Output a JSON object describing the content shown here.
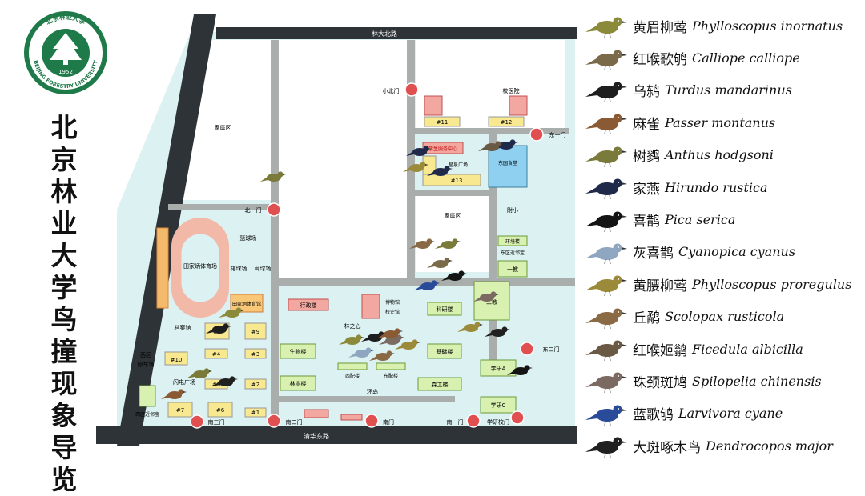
{
  "logo": {
    "founded": "1952",
    "name_en": "BEIJING FORESTRY UNIVERSITY",
    "name_cn": "北京林业大学"
  },
  "title": "北京林业大学鸟撞现象导览",
  "map": {
    "roads": {
      "north": "林大北路",
      "south": "清华东路"
    },
    "gates": {
      "xiaobeimen": "小北门",
      "beiyimen": "北一门",
      "dongyimen": "东一门",
      "dongermen": "东二门",
      "nanyimen": "南一门",
      "nanermen": "南二门",
      "nansanmen": "南三门",
      "nanmen": "南门",
      "xueyanxiaomen": "学研校门"
    },
    "labels": {
      "jiashuqu_nw": "家属区",
      "jiashuqu_e": "家属区",
      "xiaoyiyuan": "校医院",
      "b11": "#11",
      "b12": "#12",
      "xueshengfuwu": "学生服务中心",
      "xingquanguangchang": "星泉广场",
      "dongyuanshitang": "东园食堂",
      "b13": "#13",
      "fuxiao": "附小",
      "huanjinglou": "环境楼",
      "dongquyoujuju": "东区近邻宝",
      "yijiao": "一教",
      "lanqiuchang": "篮球场",
      "paiqiuchang": "排球场",
      "wangqiuchang": "网球场",
      "tianjingchang": "田家炳体育场",
      "tianjingguan": "田家炳体育馆",
      "dangan": "档案馆",
      "xingzheng": "行政楼",
      "bowuguan": "博物馆",
      "xiaoshiguan": "校史馆",
      "keyanlou": "科研楼",
      "erjiao": "二教",
      "linzhixin": "林之心",
      "shengwulou": "生物楼",
      "jichulou": "基础楼",
      "linyelou": "林业楼",
      "xipeilou": "西配楼",
      "dongpeilou": "东配楼",
      "senyanlou": "森工楼",
      "huandao": "环岛",
      "xueyana": "学研A",
      "xueyanc": "学研C",
      "xiqu": "西区",
      "tingchechang": "停车场",
      "shandian": "闪电广场",
      "xiqujinlin": "西区近邻宝",
      "b1": "#1",
      "b2": "#2",
      "b3": "#3",
      "b4": "#4",
      "b5": "#5",
      "b6": "#6",
      "b7": "#7",
      "b8": "#8",
      "b9": "#9",
      "b10": "#10"
    }
  },
  "legend": [
    {
      "cn": "黄眉柳莺",
      "latin": "Phylloscopus inornatus",
      "color": "#8a8a3a",
      "icon": "warbler-icon"
    },
    {
      "cn": "红喉歌鸲",
      "latin": "Calliope calliope",
      "color": "#7a6a4a",
      "icon": "rubythroat-icon"
    },
    {
      "cn": "乌鸫",
      "latin": "Turdus mandarinus",
      "color": "#1e1e1e",
      "icon": "blackbird-icon"
    },
    {
      "cn": "麻雀",
      "latin": "Passer montanus",
      "color": "#8a5a35",
      "icon": "sparrow-icon"
    },
    {
      "cn": "树鹨",
      "latin": "Anthus hodgsoni",
      "color": "#7a7a3a",
      "icon": "pipit-icon"
    },
    {
      "cn": "家燕",
      "latin": "Hirundo rustica",
      "color": "#1f2a4a",
      "icon": "swallow-icon"
    },
    {
      "cn": "喜鹊",
      "latin": "Pica serica",
      "color": "#141414",
      "icon": "magpie-icon"
    },
    {
      "cn": "灰喜鹊",
      "latin": "Cyanopica cyanus",
      "color": "#8fa6c0",
      "icon": "azure-magpie-icon"
    },
    {
      "cn": "黄腰柳莺",
      "latin": "Phylloscopus proregulus",
      "color": "#9a8a3a",
      "icon": "pallas-warbler-icon"
    },
    {
      "cn": "丘鹬",
      "latin": "Scolopax rusticola",
      "color": "#8a6a45",
      "icon": "woodcock-icon"
    },
    {
      "cn": "红喉姬鹟",
      "latin": "Ficedula albicilla",
      "color": "#6a5a45",
      "icon": "flycatcher-icon"
    },
    {
      "cn": "珠颈斑鸠",
      "latin": "Spilopelia chinensis",
      "color": "#7a6a62",
      "icon": "dove-icon"
    },
    {
      "cn": "蓝歌鸲",
      "latin": "Larvivora cyane",
      "color": "#2a4a9a",
      "icon": "blue-robin-icon"
    },
    {
      "cn": "大斑啄木鸟",
      "latin": "Dendrocopos major",
      "color": "#202020",
      "icon": "woodpecker-icon"
    }
  ]
}
